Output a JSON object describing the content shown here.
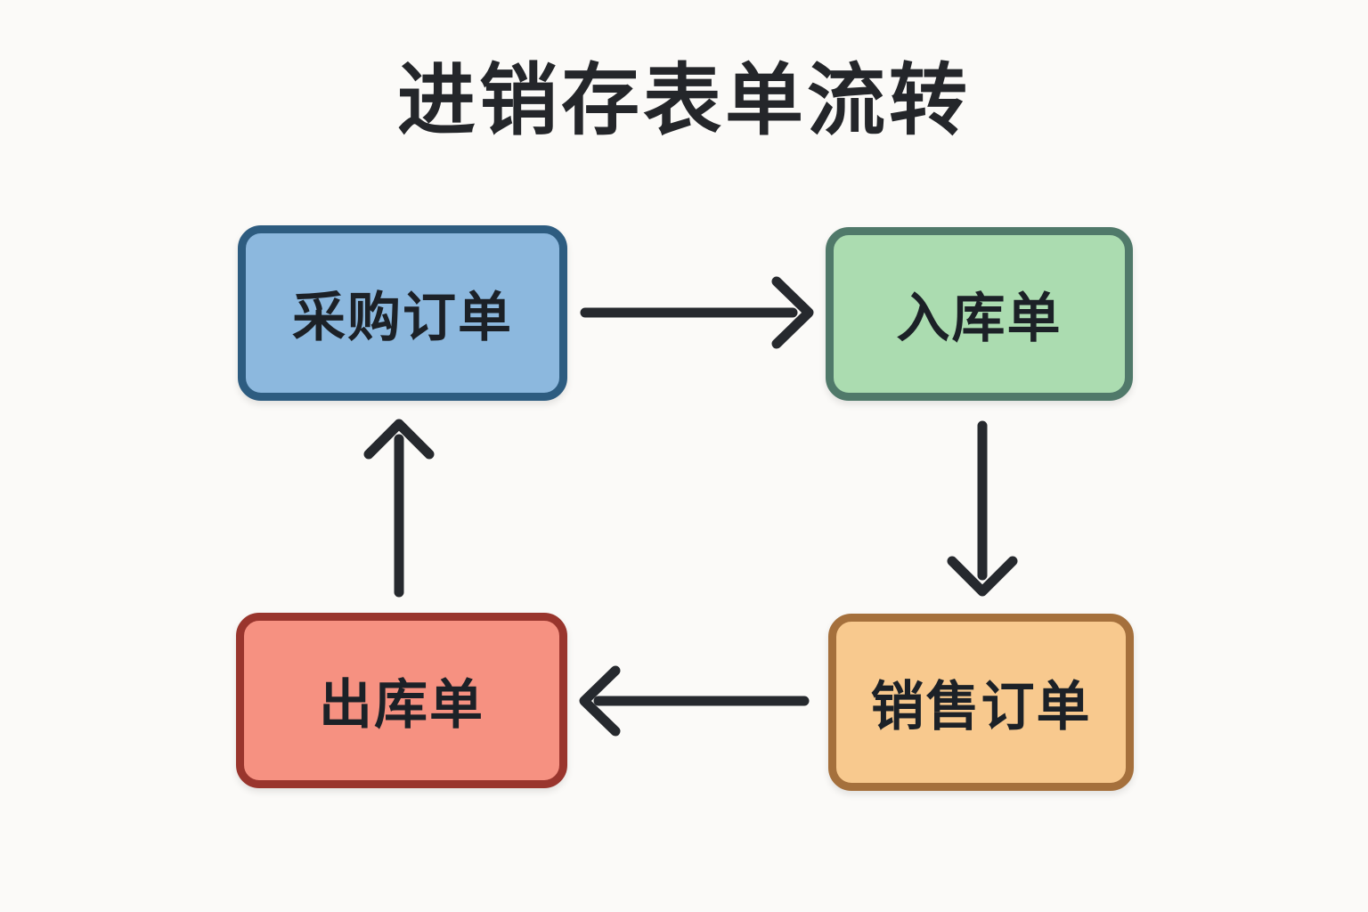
{
  "title": "进销存表单流转",
  "colors": {
    "background": "#fbfaf8",
    "title_text": "#24262a",
    "node_text": "#1c2127",
    "arrow": "#26292e"
  },
  "nodes": [
    {
      "id": "purchase-order",
      "label": "采购订单",
      "fill": "#8cb8de",
      "border": "#2d5c80",
      "position": "top-left"
    },
    {
      "id": "inbound-receipt",
      "label": "入库单",
      "fill": "#abdcb0",
      "border": "#50796a",
      "position": "top-right"
    },
    {
      "id": "sales-order",
      "label": "销售订单",
      "fill": "#f8c98e",
      "border": "#a5703c",
      "position": "bottom-right"
    },
    {
      "id": "outbound-receipt",
      "label": "出库单",
      "fill": "#f69181",
      "border": "#99352d",
      "position": "bottom-left"
    }
  ],
  "flows": [
    {
      "from": "采购订单",
      "to": "入库单",
      "direction": "right"
    },
    {
      "from": "入库单",
      "to": "销售订单",
      "direction": "down"
    },
    {
      "from": "销售订单",
      "to": "出库单",
      "direction": "left"
    },
    {
      "from": "出库单",
      "to": "采购订单",
      "direction": "up"
    }
  ]
}
